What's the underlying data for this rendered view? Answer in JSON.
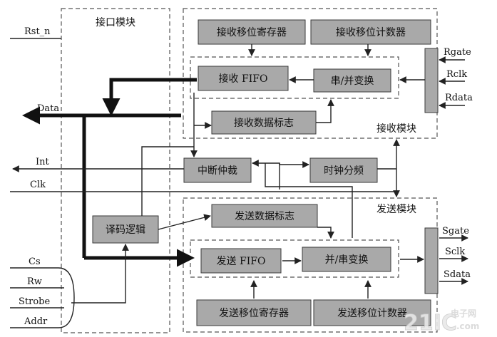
{
  "regions": {
    "interface_module": "接口模块",
    "receive_module": "接收模块",
    "send_module": "发送模块"
  },
  "blocks": {
    "rx_shift_register": "接收移位寄存器",
    "rx_shift_counter": "接收移位计数器",
    "rx_fifo": "接收 FIFO",
    "serial_to_parallel": "串/并变换",
    "rx_data_flag": "接收数据标志",
    "interrupt_arbiter": "中断仲裁",
    "clock_divider": "时钟分频",
    "decode_logic": "译码逻辑",
    "tx_data_flag": "发送数据标志",
    "tx_fifo": "发送 FIFO",
    "parallel_to_serial": "并/串变换",
    "tx_shift_register": "发送移位寄存器",
    "tx_shift_counter": "发送移位计数器"
  },
  "signals": {
    "rst_n": "Rst_n",
    "data": "Data",
    "int": "Int",
    "clk": "Clk",
    "cs": "Cs",
    "rw": "Rw",
    "strobe": "Strobe",
    "addr": "Addr",
    "rgate": "Rgate",
    "rclk": "Rclk",
    "rdata": "Rdata",
    "sgate": "Sgate",
    "sclk": "Sclk",
    "sdata": "Sdata"
  },
  "watermark": {
    "logo": "21IC",
    "cn": "电子网",
    "url": ".com"
  }
}
